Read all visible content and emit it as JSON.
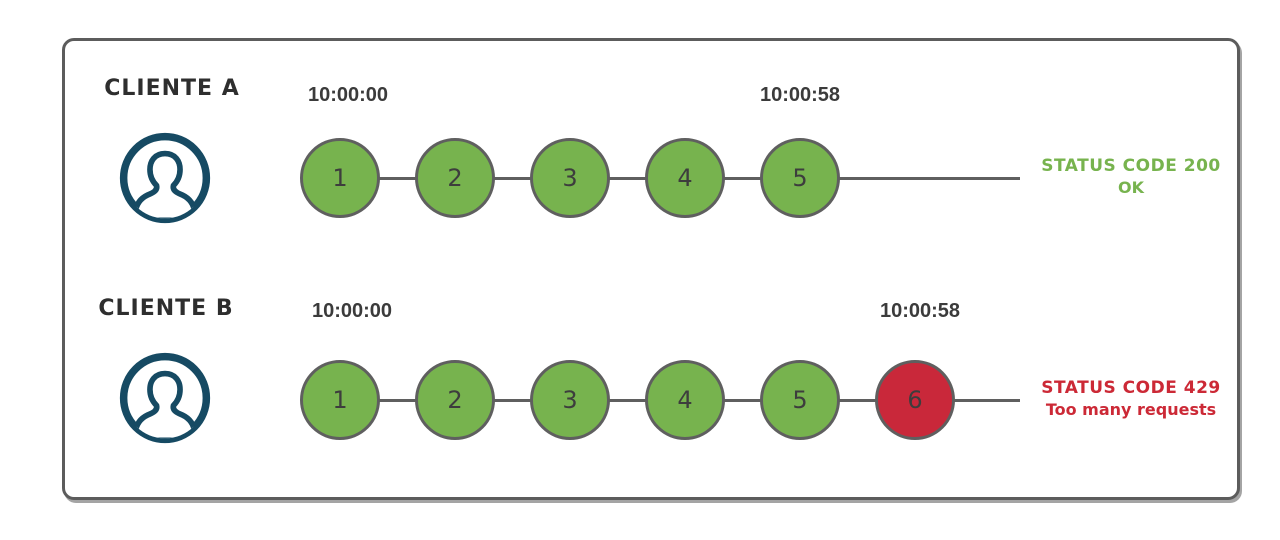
{
  "diagram_title": "rate-limiting-clients-diagram",
  "colors": {
    "request_ok": "#77b34e",
    "request_limited": "#c9283a",
    "status_ok_text": "#77b34e",
    "status_limited_text": "#cc2936",
    "avatar_stroke": "#164a63",
    "line": "#5f5f5f",
    "timestamp_text": "#3b3b3b"
  },
  "rows": [
    {
      "client_label": "CLIENTE A",
      "start_time": "10:00:00",
      "end_time": "10:00:58",
      "requests": [
        {
          "label": "1",
          "status": "ok"
        },
        {
          "label": "2",
          "status": "ok"
        },
        {
          "label": "3",
          "status": "ok"
        },
        {
          "label": "4",
          "status": "ok"
        },
        {
          "label": "5",
          "status": "ok"
        }
      ],
      "status": {
        "line1": "STATUS CODE 200",
        "line2": "OK",
        "type": "ok"
      }
    },
    {
      "client_label": "CLIENTE B",
      "start_time": "10:00:00",
      "end_time": "10:00:58",
      "requests": [
        {
          "label": "1",
          "status": "ok"
        },
        {
          "label": "2",
          "status": "ok"
        },
        {
          "label": "3",
          "status": "ok"
        },
        {
          "label": "4",
          "status": "ok"
        },
        {
          "label": "5",
          "status": "ok"
        },
        {
          "label": "6",
          "status": "limited"
        }
      ],
      "status": {
        "line1": "STATUS CODE 429",
        "line2": "Too many requests",
        "type": "limited"
      }
    }
  ]
}
